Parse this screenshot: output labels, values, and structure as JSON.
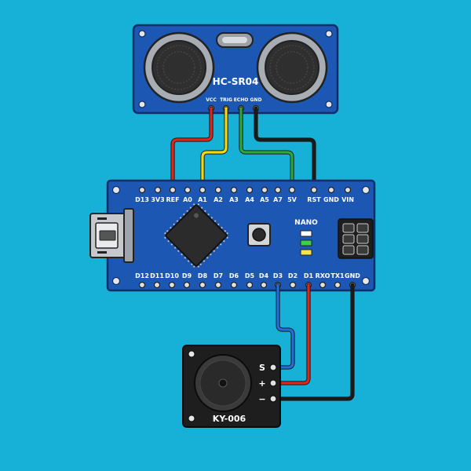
{
  "diagram": {
    "sensor": {
      "name": "HC-SR04",
      "pins": [
        "VCC",
        "TRIG",
        "ECHO",
        "GND"
      ]
    },
    "board": {
      "name": "NANO",
      "top_pins": [
        "D13",
        "3V3",
        "REF",
        "A0",
        "A1",
        "A2",
        "A3",
        "A4",
        "A5",
        "A7",
        "5V",
        "RST",
        "GND",
        "VIN"
      ],
      "bottom_pins": [
        "D12",
        "D11",
        "D10",
        "D9",
        "D8",
        "D7",
        "D6",
        "D5",
        "D4",
        "D3",
        "D2",
        "D1",
        "RXO",
        "TX1",
        "GND"
      ]
    },
    "buzzer": {
      "name": "KY-006",
      "pins": [
        "S",
        "+",
        "−"
      ]
    },
    "colors": {
      "background": "#17b0d6",
      "board": "#1c57b4",
      "wire_red": "#e0251b",
      "wire_yellow": "#f5d80f",
      "wire_green": "#2da83a",
      "wire_black": "#1a1a1a",
      "wire_blue": "#1f6fe0"
    }
  }
}
